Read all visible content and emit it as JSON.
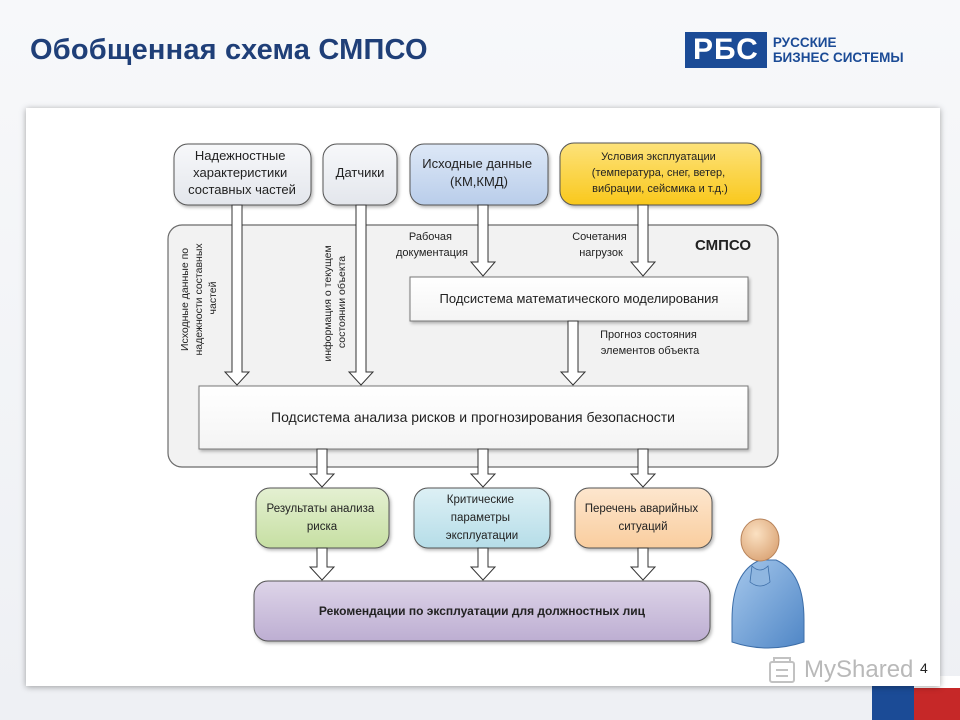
{
  "slide": {
    "title": "Обобщенная схема СМПСО",
    "page_number": "4",
    "watermark": "MyShared"
  },
  "logo": {
    "abbr": "РБС",
    "line1": "РУССКИЕ",
    "line2": "БИЗНЕС СИСТЕМЫ"
  },
  "diagram": {
    "inputs": {
      "reliability": [
        "Надежностные",
        "характеристики",
        "составных частей"
      ],
      "sensors": [
        "Датчики"
      ],
      "source_data": [
        "Исходные данные",
        "(КМ,КМД)"
      ],
      "conditions": [
        "Условия эксплуатации",
        "(температура, снег, ветер,",
        "вибрации, сейсмика и т.д.)"
      ]
    },
    "system_label": "СМПСО",
    "vertical_labels": {
      "reliability": [
        "Исходные данные по",
        "надежности составных",
        "частей"
      ],
      "sensors": [
        "информация о текущем",
        "состоянии объекта"
      ]
    },
    "flow_labels": {
      "work_docs": [
        "Рабочая",
        "документация"
      ],
      "load_comb": [
        "Сочетания",
        "нагрузок"
      ],
      "forecast": [
        "Прогноз состояния",
        "элементов объекта"
      ]
    },
    "math_subsystem": "Подсистема математического моделирования",
    "risk_subsystem": "Подсистема анализа рисков и прогнозирования безопасности",
    "outputs": {
      "risk_results": [
        "Результаты анализа",
        "риска"
      ],
      "critical_params": [
        "Критические",
        "параметры",
        "эксплуатации"
      ],
      "emergency_list": [
        "Перечень аварийных",
        "ситуаций"
      ]
    },
    "recommendations": "Рекомендации по эксплуатации для должностных лиц",
    "colors": {
      "input_gray": "#eef0f4",
      "input_blue": "#c9d9f0",
      "input_yellow": "#fcd440",
      "out_green": "#d4e7b8",
      "out_teal": "#c9e7ef",
      "out_peach": "#fcdab8",
      "rec_purple": "#cdc2dd",
      "system_bg": "#f2f2f2"
    }
  }
}
